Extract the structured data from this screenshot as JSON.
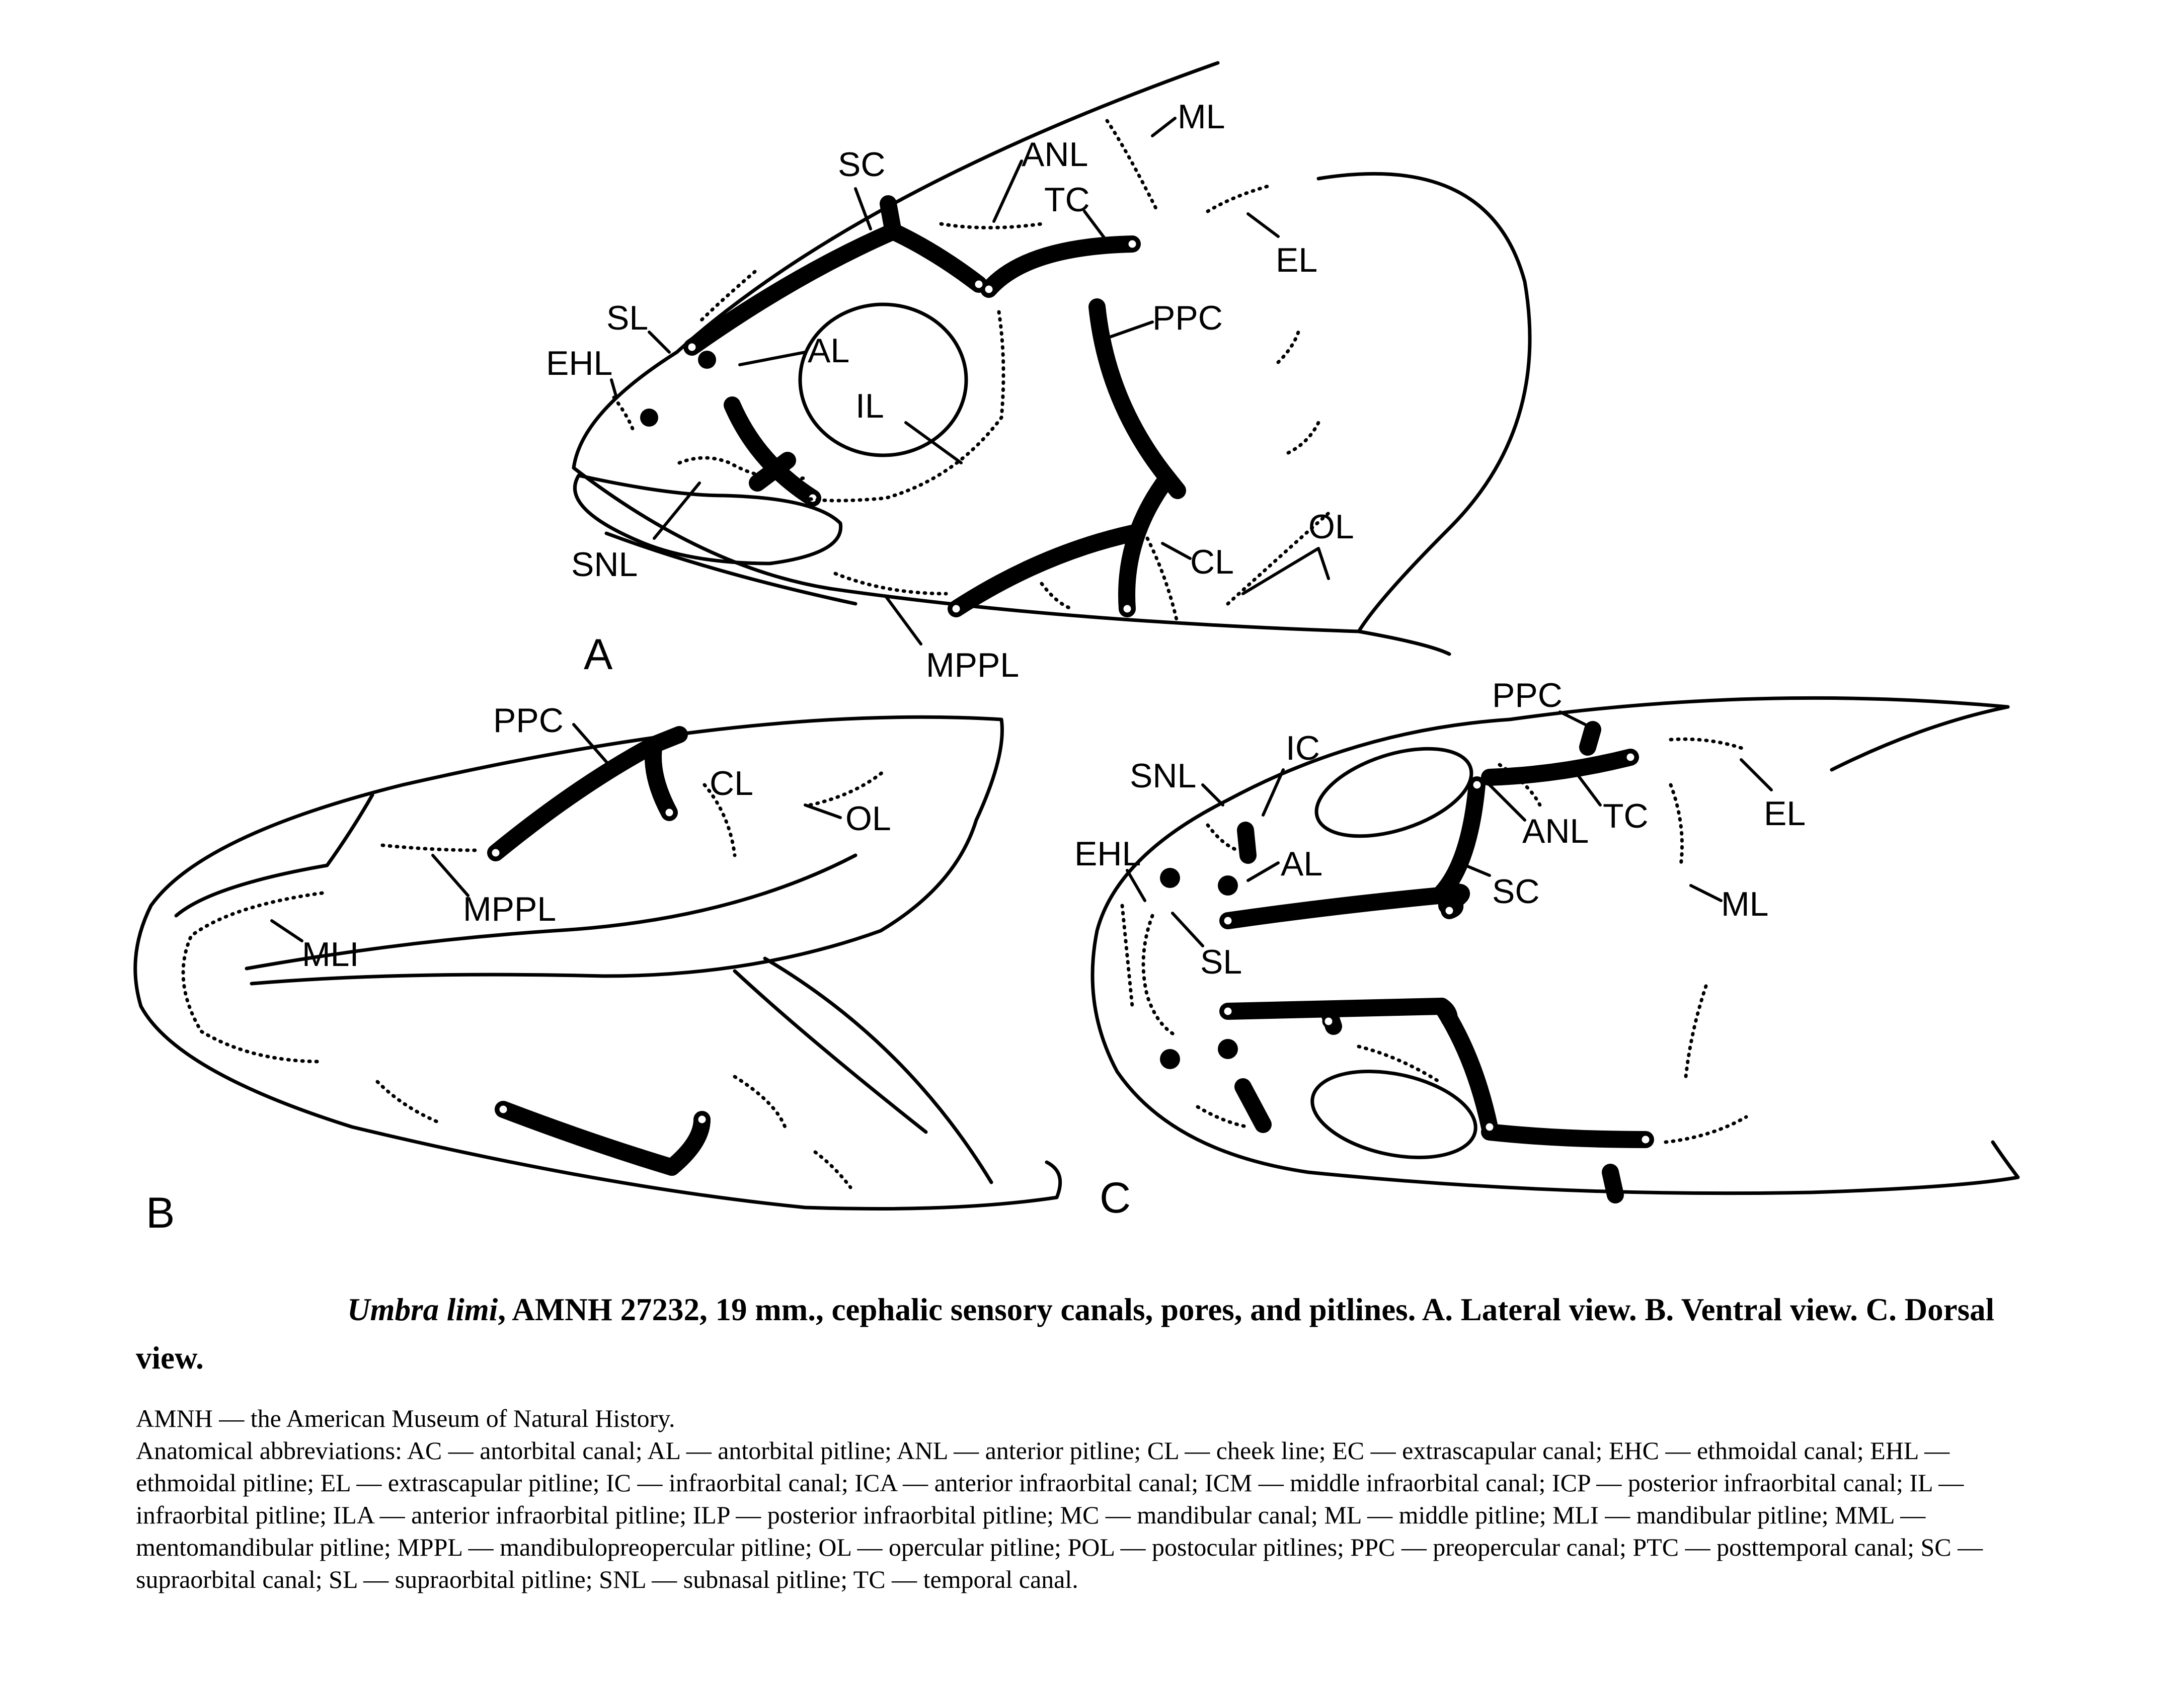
{
  "figure": {
    "panel_a": {
      "letter": "A",
      "labels": {
        "ml": "ML",
        "anl": "ANL",
        "sc": "SC",
        "tc": "TC",
        "el": "EL",
        "sl": "SL",
        "ehl": "EHL",
        "al": "AL",
        "ppc": "PPC",
        "il": "IL",
        "snl": "SNL",
        "cl": "CL",
        "ol": "OL",
        "mppl": "MPPL"
      }
    },
    "panel_b": {
      "letter": "B",
      "labels": {
        "ppc": "PPC",
        "cl": "CL",
        "ol": "OL",
        "mppl": "MPPL",
        "mli": "MLI"
      }
    },
    "panel_c": {
      "letter": "C",
      "labels": {
        "ppc": "PPC",
        "snl": "SNL",
        "ic": "IC",
        "anl": "ANL",
        "tc": "TC",
        "el": "EL",
        "ehl": "EHL",
        "al": "AL",
        "sc": "SC",
        "ml": "ML",
        "sl": "SL"
      }
    }
  },
  "caption": {
    "species": "Umbra limi",
    "text": ", AMNH 27232, 19 mm., cephalic sensory canals, pores, and pitlines. A. Lateral view. B. Ventral view. C. Dorsal view."
  },
  "notes": {
    "amnh": "AMNH — the American Museum of Natural History.",
    "abbreviations": "Anatomical abbreviations: AC — antorbital canal; AL — antorbital pitline; ANL — anterior pitline; CL — cheek line; EC — extrascapular canal; EHC — ethmoidal canal; EHL — ethmoidal pitline; EL — extrascapular pitline; IC — infraorbital canal; ICA — anterior infraorbital canal; ICM — middle infraorbital canal; ICP — posterior infraorbital canal; IL — infraorbital pitline; ILA — anterior infraorbital pitline; ILP — posterior infraorbital pitline; MC — mandibular canal; ML — middle pitline; MLI — mandibular pitline; MML — mentomandibular pitline; MPPL — mandibulopreopercular pitline; OL — opercular pitline; POL — postocular pitlines; PPC — preopercular canal; PTC — posttemporal canal; SC — supraorbital canal; SL — supraorbital pitline; SNL — subnasal pitline; TC — temporal canal."
  }
}
